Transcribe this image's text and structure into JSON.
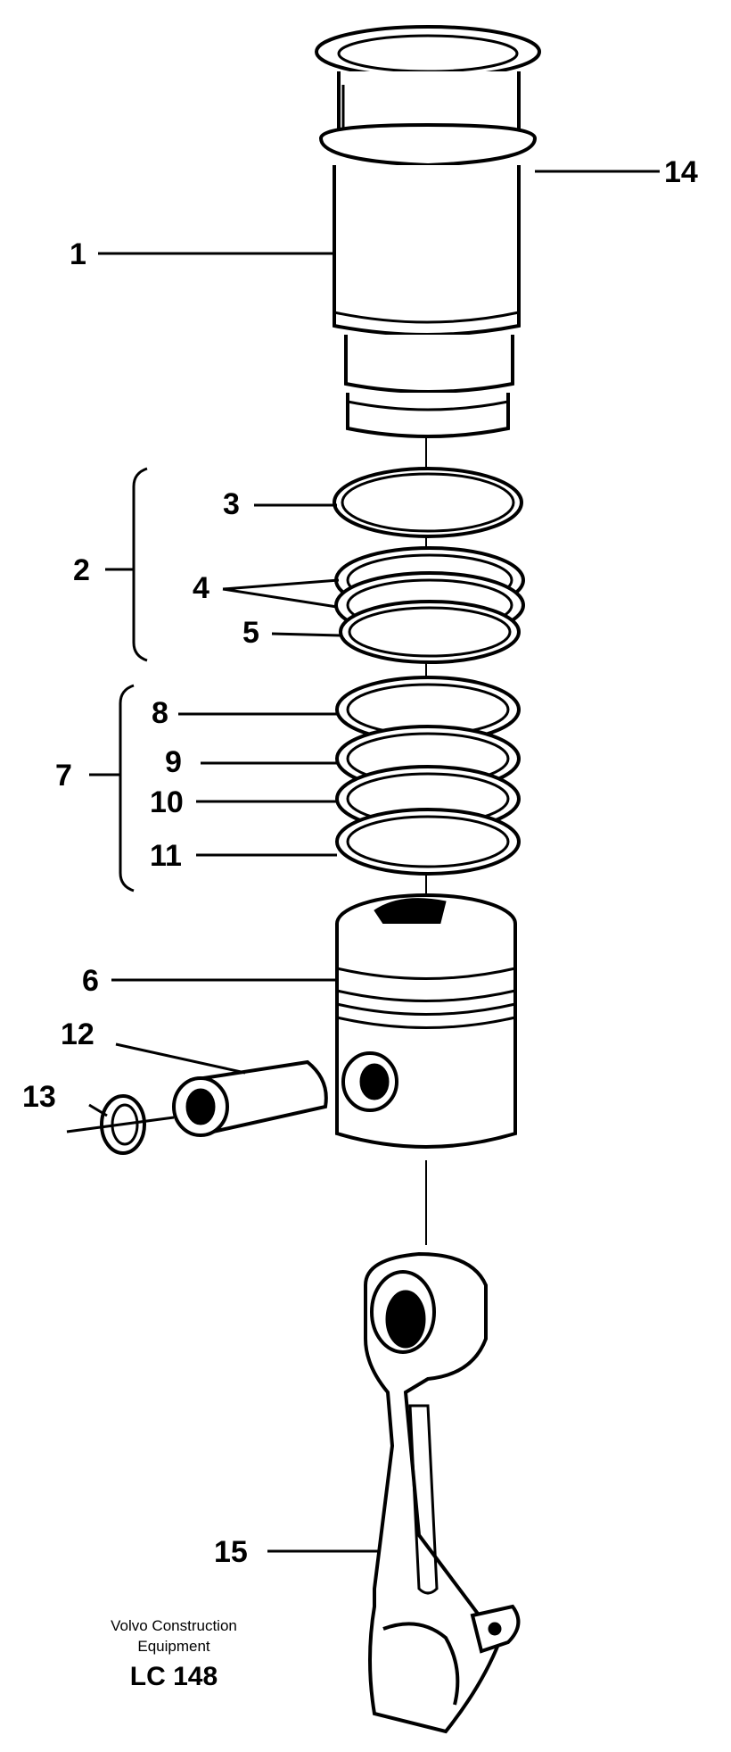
{
  "callouts": {
    "c1": "1",
    "c2": "2",
    "c3": "3",
    "c4": "4",
    "c5": "5",
    "c6": "6",
    "c7": "7",
    "c8": "8",
    "c9": "9",
    "c10": "10",
    "c11": "11",
    "c12": "12",
    "c13": "13",
    "c14": "14",
    "c15": "15"
  },
  "caption": {
    "line1": "Volvo Construction",
    "line2": "Equipment",
    "line3": "LC 148"
  }
}
